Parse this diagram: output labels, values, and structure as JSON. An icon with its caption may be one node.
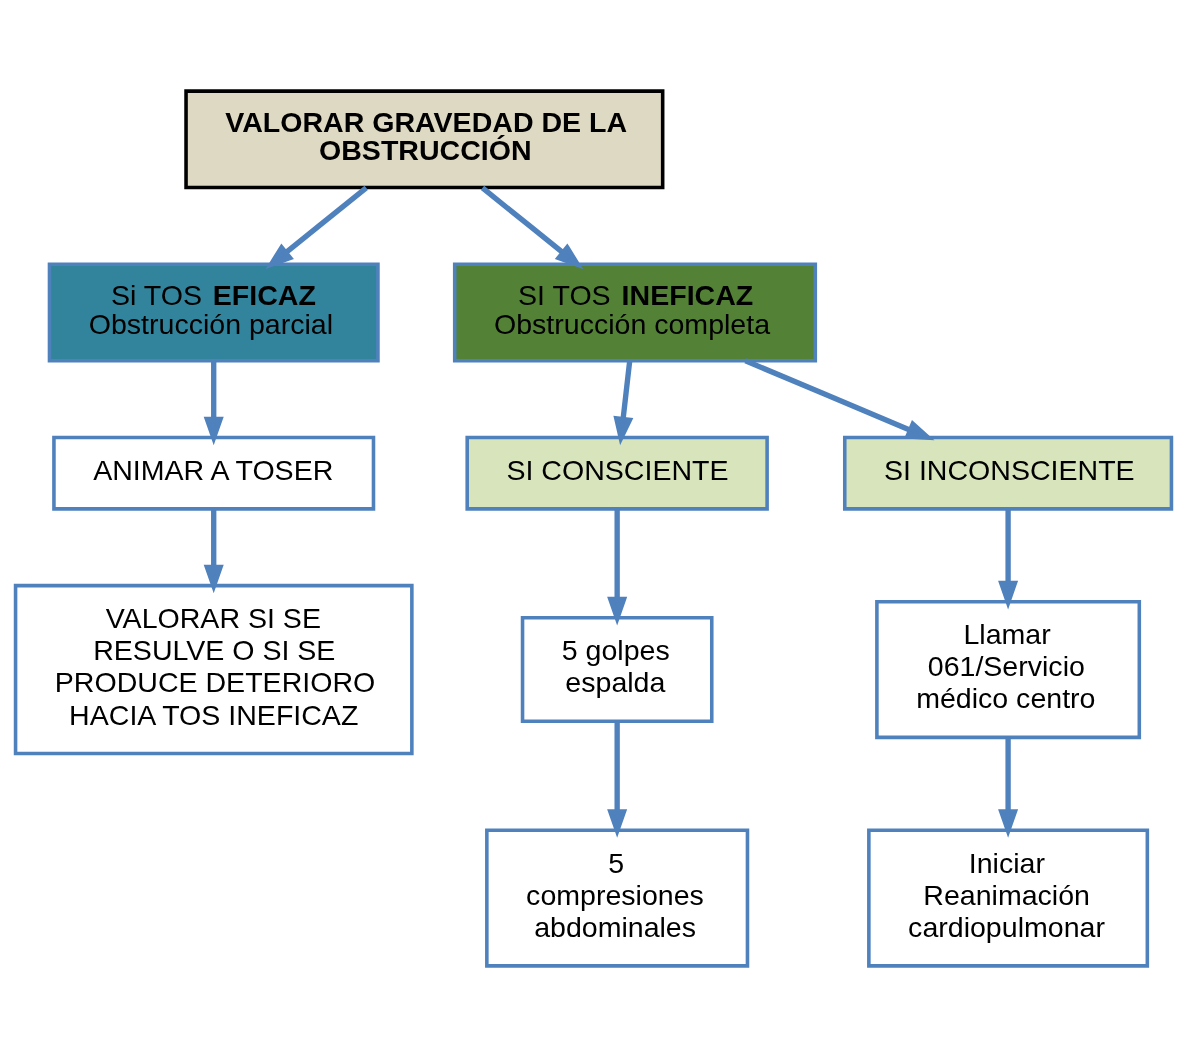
{
  "diagram": {
    "nodes": [
      {
        "text": [
          "VALORAR GRAVEDAD DE LA OBSTRUCCIÓN"
        ]
      },
      {
        "text": [
          "Si TOS **EFICAZ**",
          "Obstrucción parcial"
        ]
      },
      {
        "text": [
          "SI TOS **INEFICAZ**",
          "Obstrucción completa"
        ]
      },
      {
        "text": [
          "ANIMAR A TOSER"
        ]
      },
      {
        "text": [
          "VALORAR SI SE RESULVE O SI SE PRODUCE DETERIORO HACIA TOS INEFICAZ"
        ]
      },
      {
        "text": [
          "SI CONSCIENTE"
        ]
      },
      {
        "text": [
          "SI INCONSCIENTE"
        ]
      },
      {
        "text": [
          "5 golpes espalda"
        ]
      },
      {
        "text": [
          "5 compresiones abdominales"
        ]
      },
      {
        "text": [
          "Llamar 061/Servicio médico centro"
        ]
      },
      {
        "text": [
          "Iniciar Reanimación cardiopulmonar"
        ]
      }
    ],
    "edges": [
      {
        "from": 0,
        "to": 1,
        "arrow": "to"
      },
      {
        "from": 0,
        "to": 2,
        "arrow": "to"
      },
      {
        "from": 1,
        "to": 3,
        "arrow": "to"
      },
      {
        "from": 3,
        "to": 4,
        "arrow": "to"
      },
      {
        "from": 2,
        "to": 5,
        "arrow": "to"
      },
      {
        "from": 2,
        "to": 6,
        "arrow": "to"
      },
      {
        "from": 5,
        "to": 7,
        "arrow": "to"
      },
      {
        "from": 7,
        "to": 8,
        "arrow": "to"
      },
      {
        "from": 6,
        "to": 9,
        "arrow": "to"
      },
      {
        "from": 9,
        "to": 10,
        "arrow": "to"
      }
    ]
  }
}
